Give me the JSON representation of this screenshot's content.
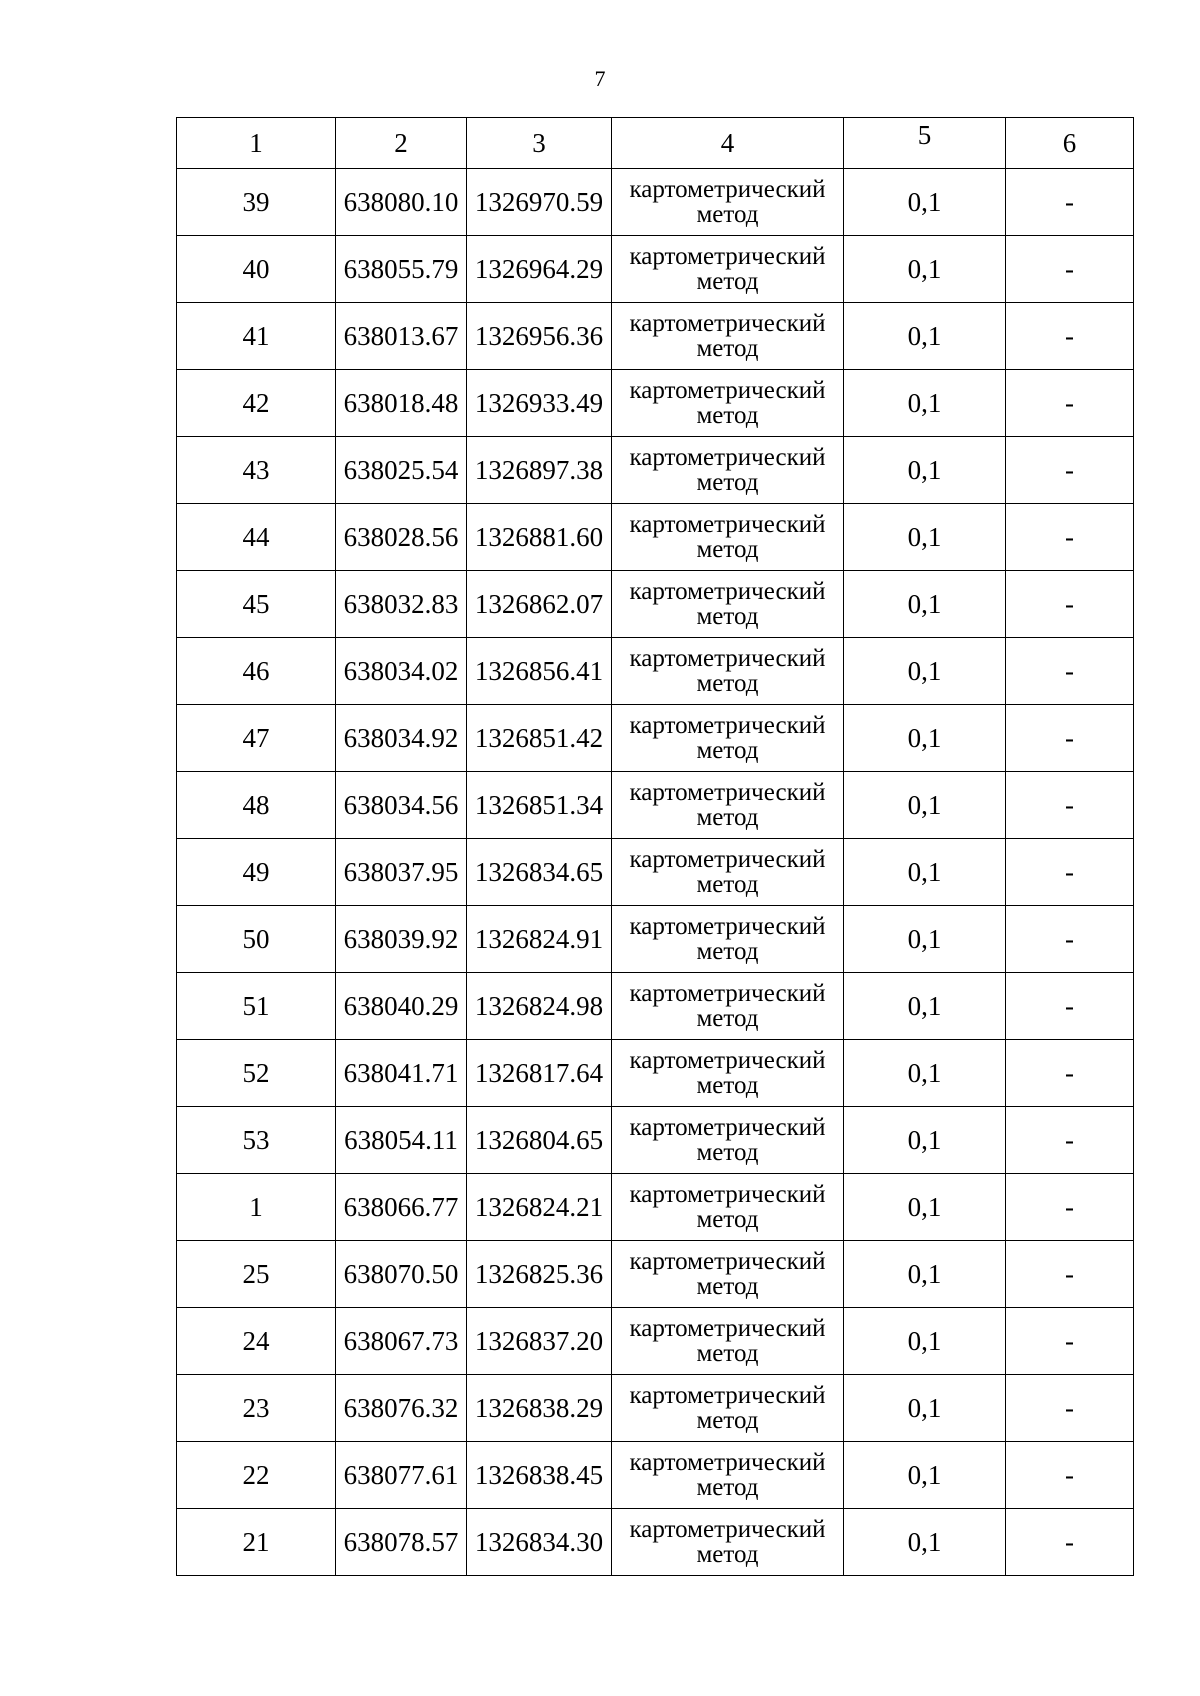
{
  "page_number": "7",
  "table": {
    "headers": [
      "1",
      "2",
      "3",
      "4",
      "5",
      "6"
    ],
    "rows": [
      {
        "num": "39",
        "x": "638080.10",
        "y": "1326970.59",
        "method_line1": "картометрический",
        "method_line2": "метод",
        "accuracy": "0,1",
        "note": "-"
      },
      {
        "num": "40",
        "x": "638055.79",
        "y": "1326964.29",
        "method_line1": "картометрический",
        "method_line2": "метод",
        "accuracy": "0,1",
        "note": "-"
      },
      {
        "num": "41",
        "x": "638013.67",
        "y": "1326956.36",
        "method_line1": "картометрический",
        "method_line2": "метод",
        "accuracy": "0,1",
        "note": "-"
      },
      {
        "num": "42",
        "x": "638018.48",
        "y": "1326933.49",
        "method_line1": "картометрический",
        "method_line2": "метод",
        "accuracy": "0,1",
        "note": "-"
      },
      {
        "num": "43",
        "x": "638025.54",
        "y": "1326897.38",
        "method_line1": "картометрический",
        "method_line2": "метод",
        "accuracy": "0,1",
        "note": "-"
      },
      {
        "num": "44",
        "x": "638028.56",
        "y": "1326881.60",
        "method_line1": "картометрический",
        "method_line2": "метод",
        "accuracy": "0,1",
        "note": "-"
      },
      {
        "num": "45",
        "x": "638032.83",
        "y": "1326862.07",
        "method_line1": "картометрический",
        "method_line2": "метод",
        "accuracy": "0,1",
        "note": "-"
      },
      {
        "num": "46",
        "x": "638034.02",
        "y": "1326856.41",
        "method_line1": "картометрический",
        "method_line2": "метод",
        "accuracy": "0,1",
        "note": "-"
      },
      {
        "num": "47",
        "x": "638034.92",
        "y": "1326851.42",
        "method_line1": "картометрический",
        "method_line2": "метод",
        "accuracy": "0,1",
        "note": "-"
      },
      {
        "num": "48",
        "x": "638034.56",
        "y": "1326851.34",
        "method_line1": "картометрический",
        "method_line2": "метод",
        "accuracy": "0,1",
        "note": "-"
      },
      {
        "num": "49",
        "x": "638037.95",
        "y": "1326834.65",
        "method_line1": "картометрический",
        "method_line2": "метод",
        "accuracy": "0,1",
        "note": "-"
      },
      {
        "num": "50",
        "x": "638039.92",
        "y": "1326824.91",
        "method_line1": "картометрический",
        "method_line2": "метод",
        "accuracy": "0,1",
        "note": "-"
      },
      {
        "num": "51",
        "x": "638040.29",
        "y": "1326824.98",
        "method_line1": "картометрический",
        "method_line2": "метод",
        "accuracy": "0,1",
        "note": "-"
      },
      {
        "num": "52",
        "x": "638041.71",
        "y": "1326817.64",
        "method_line1": "картометрический",
        "method_line2": "метод",
        "accuracy": "0,1",
        "note": "-"
      },
      {
        "num": "53",
        "x": "638054.11",
        "y": "1326804.65",
        "method_line1": "картометрический",
        "method_line2": "метод",
        "accuracy": "0,1",
        "note": "-"
      },
      {
        "num": "1",
        "x": "638066.77",
        "y": "1326824.21",
        "method_line1": "картометрический",
        "method_line2": "метод",
        "accuracy": "0,1",
        "note": "-"
      },
      {
        "num": "25",
        "x": "638070.50",
        "y": "1326825.36",
        "method_line1": "картометрический",
        "method_line2": "метод",
        "accuracy": "0,1",
        "note": "-"
      },
      {
        "num": "24",
        "x": "638067.73",
        "y": "1326837.20",
        "method_line1": "картометрический",
        "method_line2": "метод",
        "accuracy": "0,1",
        "note": "-"
      },
      {
        "num": "23",
        "x": "638076.32",
        "y": "1326838.29",
        "method_line1": "картометрический",
        "method_line2": "метод",
        "accuracy": "0,1",
        "note": "-"
      },
      {
        "num": "22",
        "x": "638077.61",
        "y": "1326838.45",
        "method_line1": "картометрический",
        "method_line2": "метод",
        "accuracy": "0,1",
        "note": "-"
      },
      {
        "num": "21",
        "x": "638078.57",
        "y": "1326834.30",
        "method_line1": "картометрический",
        "method_line2": "метод",
        "accuracy": "0,1",
        "note": "-"
      }
    ]
  }
}
